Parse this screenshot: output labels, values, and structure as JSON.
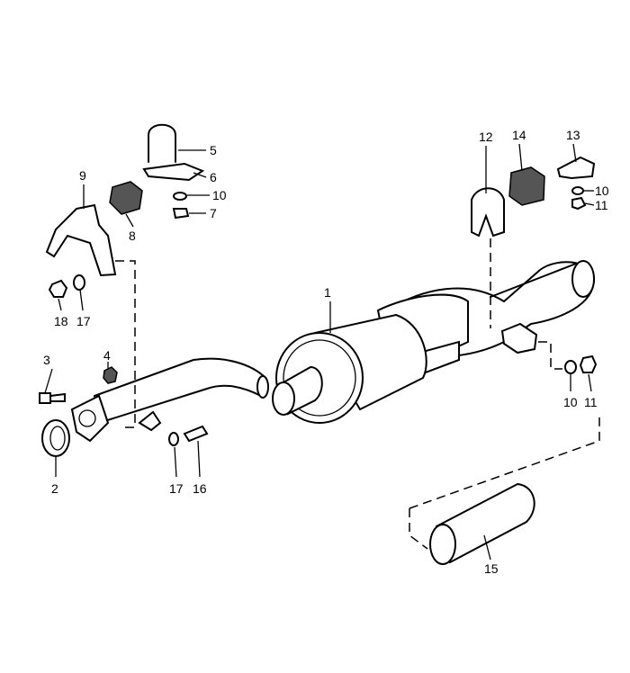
{
  "diagram": {
    "title": "Exhaust system exploded parts view",
    "callouts": {
      "c1": "1",
      "c2": "2",
      "c3": "3",
      "c4": "4",
      "c5": "5",
      "c6": "6",
      "c7": "7",
      "c8": "8",
      "c9": "9",
      "c10a": "10",
      "c10b": "10",
      "c10c": "10",
      "c11a": "11",
      "c11b": "11",
      "c12": "12",
      "c13": "13",
      "c14": "14",
      "c15": "15",
      "c16": "16",
      "c17a": "17",
      "c17b": "17",
      "c18": "18"
    }
  }
}
